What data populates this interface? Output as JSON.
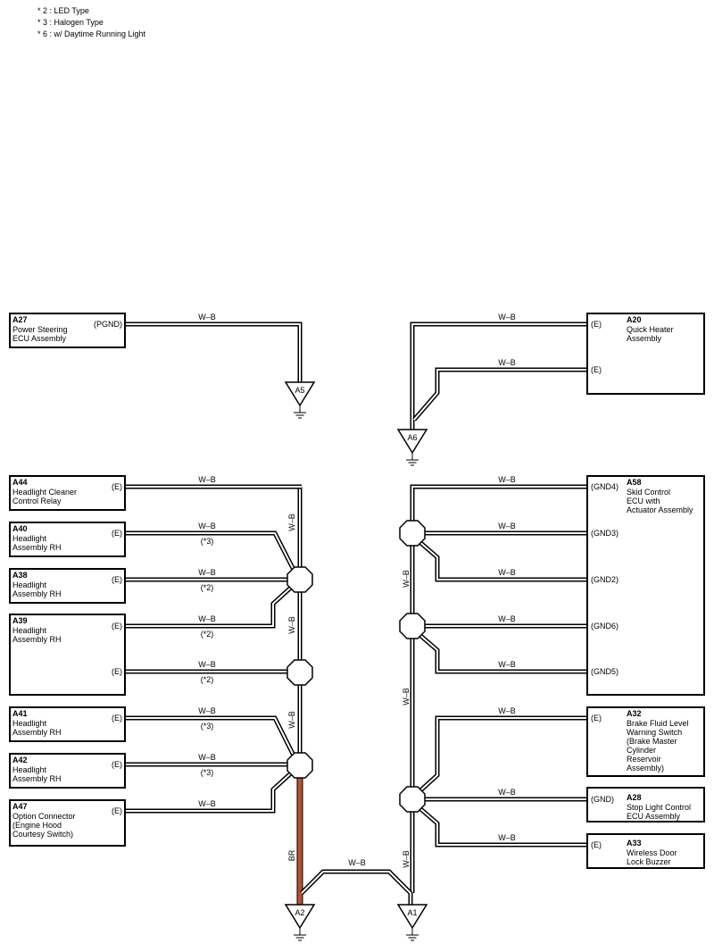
{
  "notes": [
    "* 2 : LED Type",
    "* 3 : Halogen Type",
    "* 6 : w/ Daytime Running Light"
  ],
  "wire": {
    "wb": "W–B",
    "br": "BR"
  },
  "colors": {
    "wire_br": "#b5532f",
    "wire_wb_line": "#000000",
    "background": "#ffffff"
  },
  "components": {
    "A27": {
      "code": "A27",
      "name": [
        "Power Steering",
        "ECU Assembly"
      ],
      "pin": "(PGND)"
    },
    "A20": {
      "code": "A20",
      "name": [
        "Quick Heater",
        "Assembly"
      ],
      "pins": [
        "(E)",
        "(E)"
      ]
    },
    "A44": {
      "code": "A44",
      "name": [
        "Headlight Cleaner",
        "Control Relay"
      ],
      "pin": "(E)"
    },
    "A40": {
      "code": "A40",
      "name": [
        "Headlight",
        "Assembly RH"
      ],
      "pin": "(E)",
      "note": "(*3)"
    },
    "A38": {
      "code": "A38",
      "name": [
        "Headlight",
        "Assembly RH"
      ],
      "pin": "(E)",
      "note": "(*2)"
    },
    "A39": {
      "code": "A39",
      "name": [
        "Headlight",
        "Assembly RH"
      ],
      "pins": [
        "(E)",
        "(E)"
      ],
      "notes": [
        "(*2)",
        "(*2)"
      ]
    },
    "A41": {
      "code": "A41",
      "name": [
        "Headlight",
        "Assembly RH"
      ],
      "pin": "(E)",
      "note": "(*3)"
    },
    "A42": {
      "code": "A42",
      "name": [
        "Headlight",
        "Assembly RH"
      ],
      "pin": "(E)",
      "note": "(*3)"
    },
    "A47": {
      "code": "A47",
      "name": [
        "Option Connector",
        "(Engine Hood",
        " Courtesy Switch)"
      ],
      "pin": "(E)"
    },
    "A58": {
      "code": "A58",
      "name": [
        "Skid Control",
        "ECU with",
        "Actuator Assembly"
      ],
      "pins": [
        "(GND4)",
        "(GND3)",
        "(GND2)",
        "(GND6)",
        "(GND5)"
      ]
    },
    "A32": {
      "code": "A32",
      "name": [
        "Brake Fluid Level",
        "Warning Switch",
        "(Brake Master",
        " Cylinder",
        " Reservoir",
        " Assembly)"
      ],
      "pin": "(E)"
    },
    "A28": {
      "code": "A28",
      "name": [
        "Stop Light Control",
        "ECU Assembly"
      ],
      "pin": "(GND)"
    },
    "A33": {
      "code": "A33",
      "name": [
        "Wireless Door",
        "Lock Buzzer"
      ],
      "pin": "(E)"
    }
  },
  "grounds": {
    "A5": "A5",
    "A6": "A6",
    "A2": "A2",
    "A1": "A1"
  }
}
